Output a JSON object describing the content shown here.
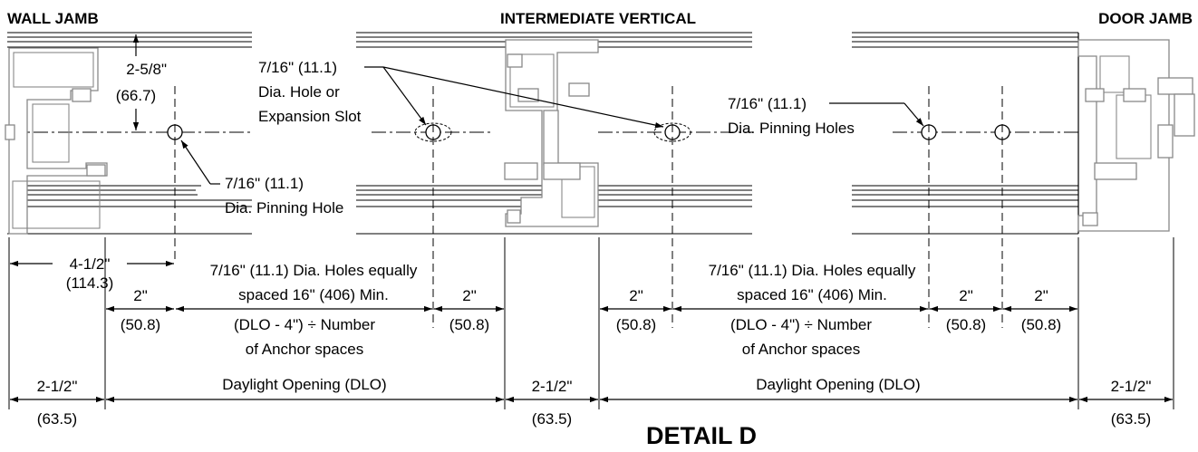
{
  "headers": {
    "wall_jamb": "WALL JAMB",
    "intermediate_vertical": "INTERMEDIATE VERTICAL",
    "door_jamb": "DOOR JAMB"
  },
  "title": "DETAIL D",
  "callouts": {
    "height_dim": "2-5/8\"",
    "height_dim_metric": "(66.7)",
    "expansion_l1": "7/16\" (11.1)",
    "expansion_l2": "Dia. Hole or",
    "expansion_l3": "Expansion Slot",
    "pinning_hole_l1": "7/16\" (11.1)",
    "pinning_hole_l2": "Dia. Pinning Hole",
    "pinning_holes_l1": "7/16\" (11.1)",
    "pinning_holes_l2": "Dia. Pinning Holes"
  },
  "dimensions": {
    "offset_first": "4-1/2\"",
    "offset_first_metric": "(114.3)",
    "edge_2in": "2\"",
    "edge_2in_metric": "(50.8)",
    "holes_note_l1": "7/16\" (11.1) Dia. Holes equally",
    "holes_note_l2": "spaced 16\" (406) Min.",
    "formula_l1": "(DLO - 4\") ÷ Number",
    "formula_l2": "of Anchor spaces",
    "jamb_width": "2-1/2\"",
    "jamb_width_metric": "(63.5)",
    "dlo": "Daylight Opening (DLO)"
  }
}
